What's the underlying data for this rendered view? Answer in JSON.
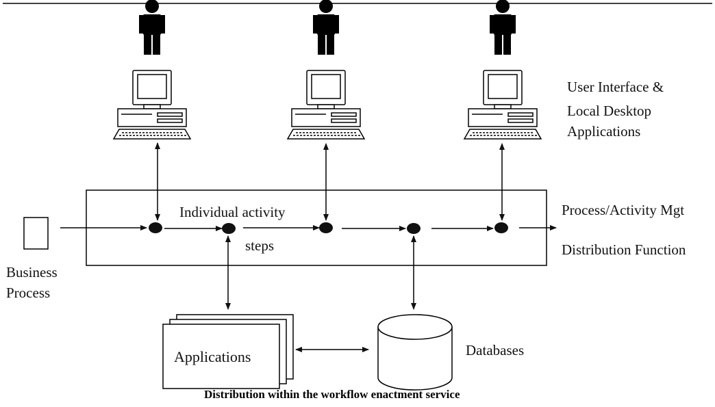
{
  "labels": {
    "ui_line1": "User Interface &",
    "ui_line2": "Local Desktop",
    "ui_line3": "Applications",
    "activity_line1": "Individual activity",
    "activity_line2": "steps",
    "mgt_line1": "Process/Activity Mgt",
    "mgt_line2": "Distribution Function",
    "business_line1": "Business",
    "business_line2": "Process",
    "applications": "Applications",
    "databases": "Databases"
  },
  "caption": "Distribution within the workflow enactment service"
}
